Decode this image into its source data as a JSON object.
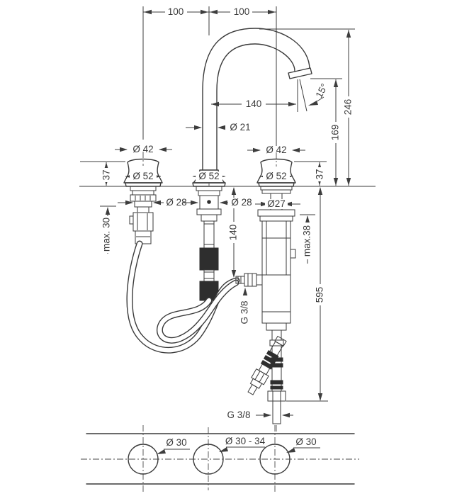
{
  "drawing": {
    "title": "3-hole basin mixer dimensional drawing",
    "colors": {
      "line": "#3a3a3a",
      "background": "#ffffff"
    },
    "labels": {
      "spacing_left": "100",
      "spacing_right": "100",
      "reach": "140",
      "spout_dia": "Ø 21",
      "handle_dia": "Ø 42",
      "spout_base_dia": "Ø 42",
      "esc_left": "Ø 52",
      "esc_mid": "Ø 52",
      "esc_right": "Ø 52",
      "esc_h_left": "37",
      "esc_h_right": "37",
      "angle": "15°",
      "outlet_h": "169",
      "total_h": "246",
      "shank_left": "Ø 28",
      "shank_mid": "Ø 28",
      "shank_right": "Ø27",
      "max_left": "max. 30",
      "max_right": "max.38",
      "drop": "140",
      "hose_len": "595",
      "thread_side": "G 3/8",
      "thread_bottom": "G 3/8",
      "hole_left": "Ø 30",
      "hole_mid": "Ø 30 - 34",
      "hole_right": "Ø 30"
    }
  }
}
